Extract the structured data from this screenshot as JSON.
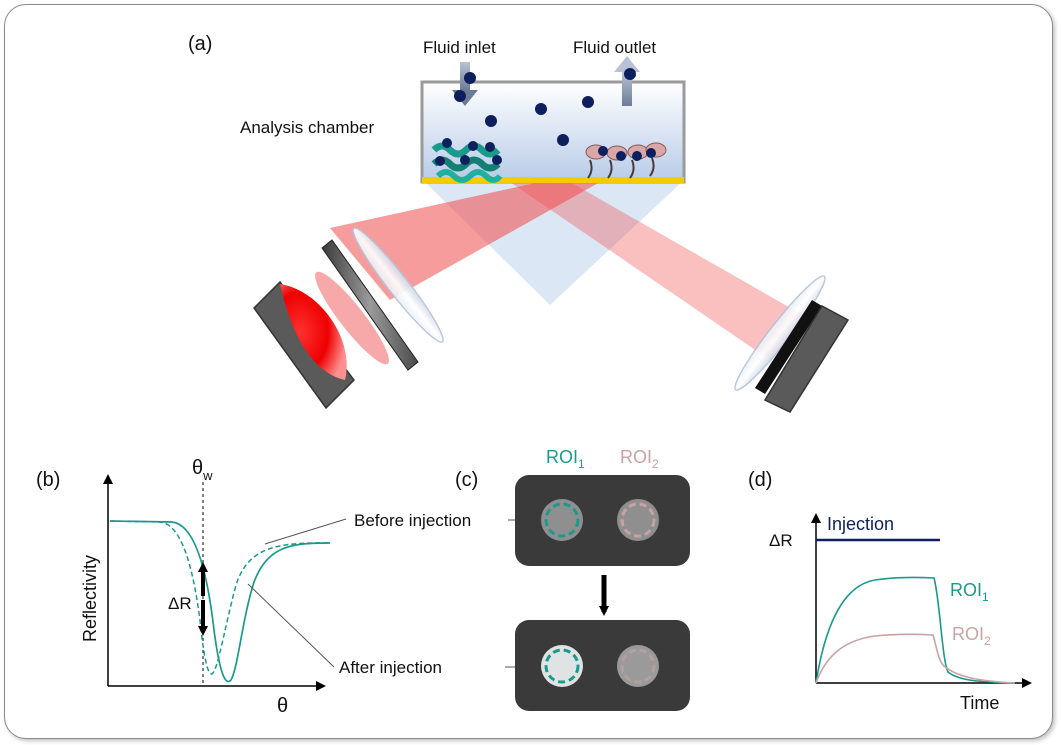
{
  "panel_a": {
    "label": "(a)",
    "fluid_inlet": "Fluid inlet",
    "fluid_outlet": "Fluid outlet",
    "analysis_chamber": "Analysis chamber"
  },
  "panel_b": {
    "label": "(b)",
    "theta_w": "θ",
    "theta_w_sub": "w",
    "delta_r": "ΔR",
    "y_axis": "Reflectivity",
    "x_axis": "θ",
    "before_injection": "Before injection",
    "after_injection": "After injection"
  },
  "panel_c": {
    "label": "(c)",
    "roi1": "ROI",
    "roi1_sub": "1",
    "roi2": "ROI",
    "roi2_sub": "2"
  },
  "panel_d": {
    "label": "(d)",
    "delta_r": "ΔR",
    "injection": "Injection",
    "roi1": "ROI",
    "roi1_sub": "1",
    "roi2": "ROI",
    "roi2_sub": "2",
    "x_axis": "Time"
  },
  "colors": {
    "teal": "#1a9a8c",
    "rose": "#c9a3a3",
    "navy": "#0d1f5c",
    "laser": "#f04a4a",
    "gold": "#f2cc00",
    "chamber": "#c9d9ee",
    "frame_border": "#8a8a8a"
  },
  "icons": {
    "particle": "dark-blue-dot",
    "protein_teal": "teal-ribbon-protein",
    "protein_rose": "rose-receptor-protein"
  }
}
